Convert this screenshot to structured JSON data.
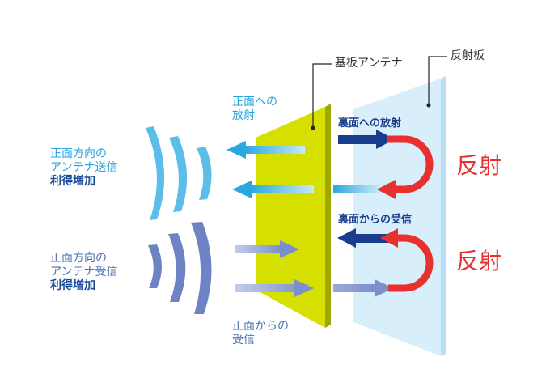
{
  "labels": {
    "antenna": "基板アンテナ",
    "reflector": "反射板",
    "front_emission": [
      "正面への",
      "放射"
    ],
    "front_reception": [
      "正面からの",
      "受信"
    ],
    "tx_gain": [
      "正面方向の",
      "アンテナ送信",
      "利得増加"
    ],
    "rx_gain": [
      "正面方向の",
      "アンテナ受信",
      "利得増加"
    ],
    "back_emission": "裏面への放射",
    "back_reception": "裏面からの受信",
    "reflection_1": "反射",
    "reflection_2": "反射"
  },
  "colors": {
    "antenna_face": "#d6e000",
    "antenna_edge": "#9fa800",
    "reflector_face": "#d9eefb",
    "reflector_edge": "#b9def5",
    "tx_wave": "#5bbde8",
    "rx_wave": "#6f83c4",
    "dark_arrow": "#1a3c8c",
    "reflection_red": "#e8312f",
    "light_arrow_tx": "#2aa7e0",
    "light_arrow_rx": "#7a8fcc"
  }
}
